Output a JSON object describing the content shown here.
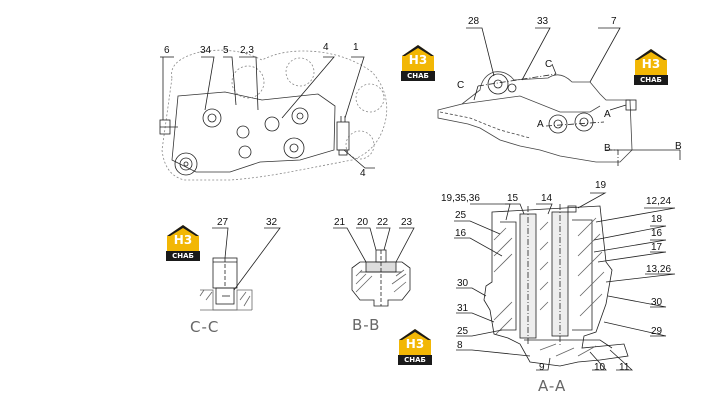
{
  "callouts": {
    "c6": "6",
    "c34": "34",
    "c5": "5",
    "c23a": "2,3",
    "c4a": "4",
    "c1": "1",
    "c4b": "4",
    "c28": "28",
    "c33": "33",
    "c7": "7",
    "c27": "27",
    "c32": "32",
    "c21": "21",
    "c20": "20",
    "c22": "22",
    "c23": "23",
    "c193536": "19,35,36",
    "c15": "15",
    "c14": "14",
    "c19": "19",
    "c1224": "12,24",
    "c25a": "25",
    "c18": "18",
    "c16a": "16",
    "c16b": "16",
    "c17": "17",
    "c1326": "13,26",
    "c30a": "30",
    "c30b": "30",
    "c31": "31",
    "c25b": "25",
    "c29": "29",
    "c8": "8",
    "c9": "9",
    "c10": "10",
    "c11": "11"
  },
  "view_markers": {
    "cTop": "C",
    "cLeft": "C",
    "aLeft": "A",
    "aRight": "A",
    "bLeft": "B",
    "bRight": "B"
  },
  "sections": {
    "cc": "C-C",
    "bb": "B-B",
    "aa": "A-A"
  },
  "logo": {
    "mark": "H3",
    "word": "CHAБ",
    "colors": {
      "house": "#f2b705",
      "roof": "#1a1a1a",
      "word_bg": "#1a1a1a"
    }
  }
}
